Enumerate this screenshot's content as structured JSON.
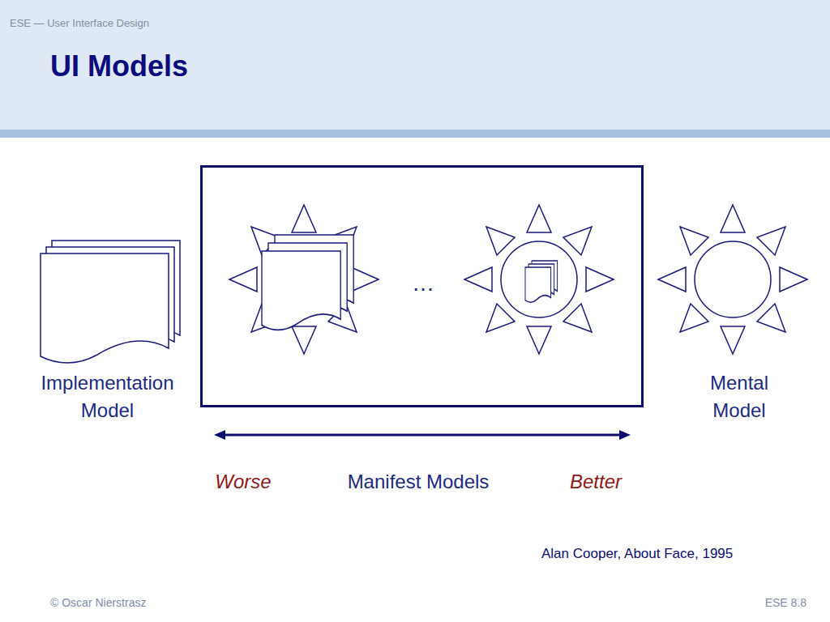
{
  "diagram": {
    "title": "UI Models",
    "nodes": [
      {
        "text": [
          "Implementation Model"
        ]
      },
      {
        "text": [
          "…"
        ]
      },
      {
        "text": [
          "Mental Model"
        ]
      }
    ],
    "labels": [
      "ESE — User Interface Design",
      "Worse",
      "Manifest Models",
      "Better",
      "Alan Cooper, About Face, 1995",
      "© Oscar Nierstrasz",
      "ESE 8.8"
    ]
  }
}
